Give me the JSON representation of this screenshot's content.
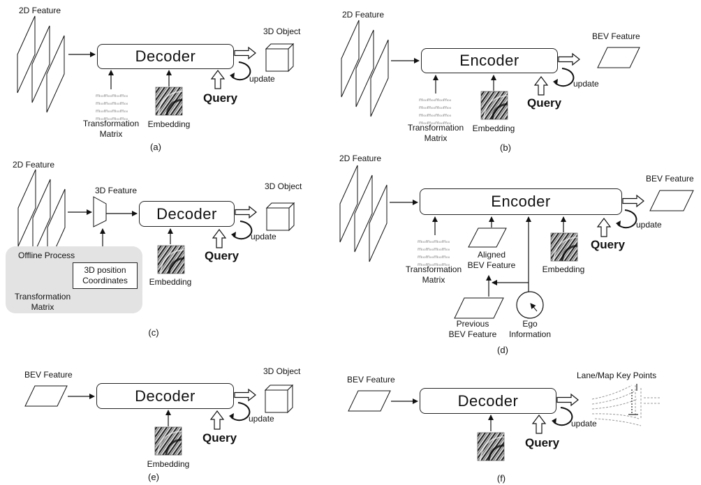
{
  "panels": {
    "a": {
      "caption": "(a)",
      "input_label": "2D Feature",
      "block": "Decoder",
      "output_label": "3D Object",
      "query": "Query",
      "update": "update",
      "matrix_label": [
        "Transformation",
        "Matrix"
      ],
      "embedding_label": "Embedding"
    },
    "b": {
      "caption": "(b)",
      "input_label": "2D Feature",
      "block": "Encoder",
      "output_label": "BEV Feature",
      "query": "Query",
      "update": "update",
      "matrix_label": [
        "Transformation",
        "Matrix"
      ],
      "embedding_label": "Embedding"
    },
    "c": {
      "caption": "(c)",
      "input_label": "2D Feature",
      "feature3d_label": "3D Feature",
      "block": "Decoder",
      "output_label": "3D Object",
      "query": "Query",
      "update": "update",
      "offline_label": "Offline Process",
      "position_label": [
        "3D position",
        "Coordinates"
      ],
      "matrix_label": [
        "Transformation",
        "Matrix"
      ],
      "embedding_label": "Embedding"
    },
    "d": {
      "caption": "(d)",
      "input_label": "2D Feature",
      "block": "Encoder",
      "output_label": "BEV Feature",
      "query": "Query",
      "update": "update",
      "matrix_label": [
        "Transformation",
        "Matrix"
      ],
      "aligned_label": [
        "Aligned",
        "BEV Feature"
      ],
      "embedding_label": "Embedding",
      "previous_label": [
        "Previous",
        "BEV Feature"
      ],
      "ego_label": [
        "Ego",
        "Information"
      ]
    },
    "e": {
      "caption": "(e)",
      "input_label": "BEV Feature",
      "block": "Decoder",
      "output_label": "3D Object",
      "query": "Query",
      "update": "update",
      "embedding_label": "Embedding"
    },
    "f": {
      "caption": "(f)",
      "input_label": "BEV Feature",
      "block": "Decoder",
      "output_label": "Lane/Map Key Points",
      "query": "Query",
      "update": "update"
    }
  },
  "matrix_glyph": "m₀₀",
  "icons": [
    "feature-stack-icon",
    "cube-icon",
    "parallelogram-icon",
    "matrix-icon",
    "embedding-icon",
    "hollow-arrow-icon",
    "update-loop-icon",
    "trapezoid-icon",
    "gauge-icon",
    "lane-map-icon"
  ]
}
